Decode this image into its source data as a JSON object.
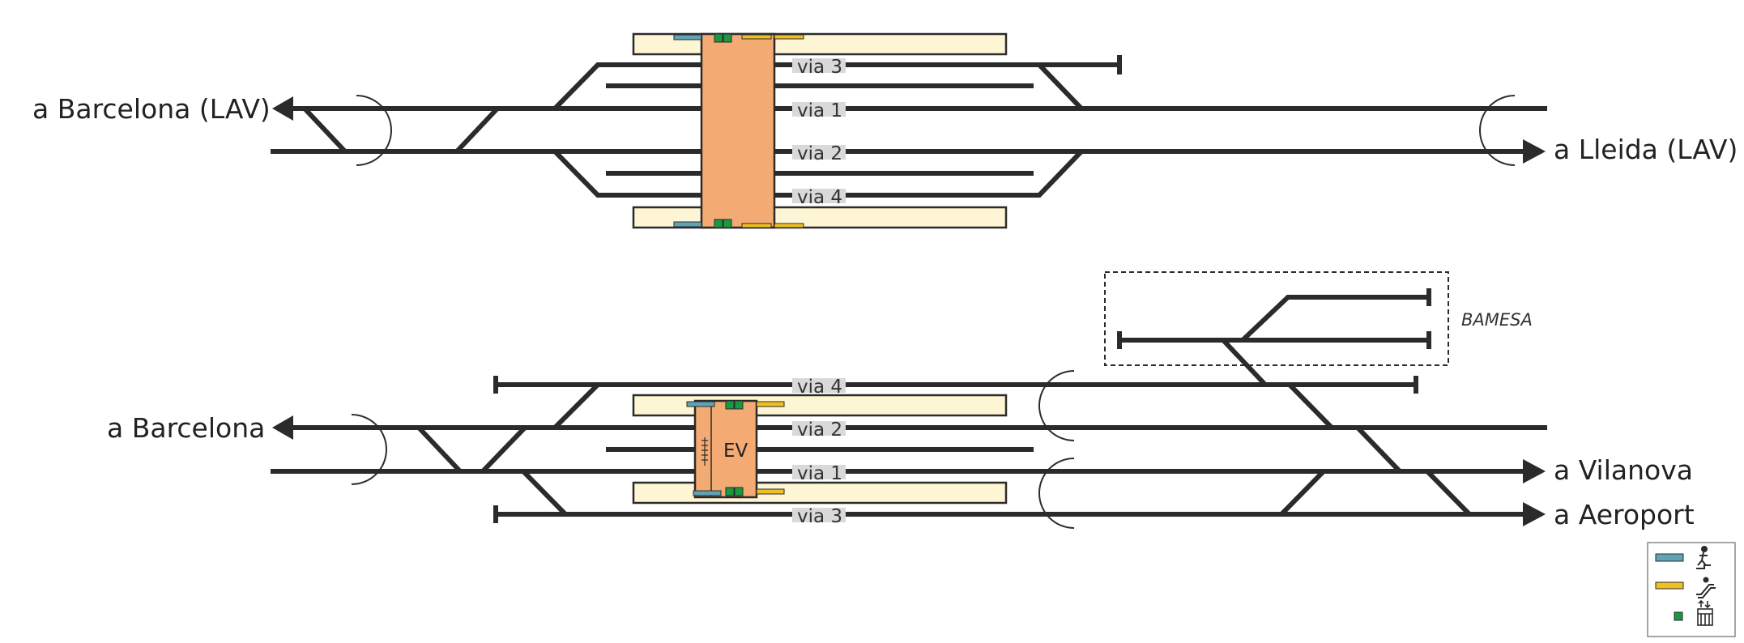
{
  "colors": {
    "track": "#2b2b2b",
    "platform": "#fdf5d3",
    "hall": "#f4ab73",
    "stairs": "#5fa3b5",
    "escalator": "#f0c020",
    "elevator": "#1a9a40"
  },
  "upper": {
    "dest_left": "a Barcelona (LAV)",
    "dest_right": "a Lleida (LAV)",
    "via3": "via 3",
    "via1": "via 1",
    "via2": "via 2",
    "via4": "via 4"
  },
  "lower": {
    "dest_left": "a Barcelona",
    "dest_right_1": "a Vilanova",
    "dest_right_2": "a Aeroport",
    "via4": "via 4",
    "via2": "via 2",
    "via1": "via 1",
    "via3": "via 3",
    "hall_label": "EV",
    "siding_label": "BAMESA"
  },
  "legend": {
    "items": [
      {
        "swatch": "stairs",
        "icon": "pedestrian-stairs-icon"
      },
      {
        "swatch": "escalator",
        "icon": "escalator-icon"
      },
      {
        "swatch": "elevator",
        "icon": "elevator-icon"
      }
    ]
  }
}
